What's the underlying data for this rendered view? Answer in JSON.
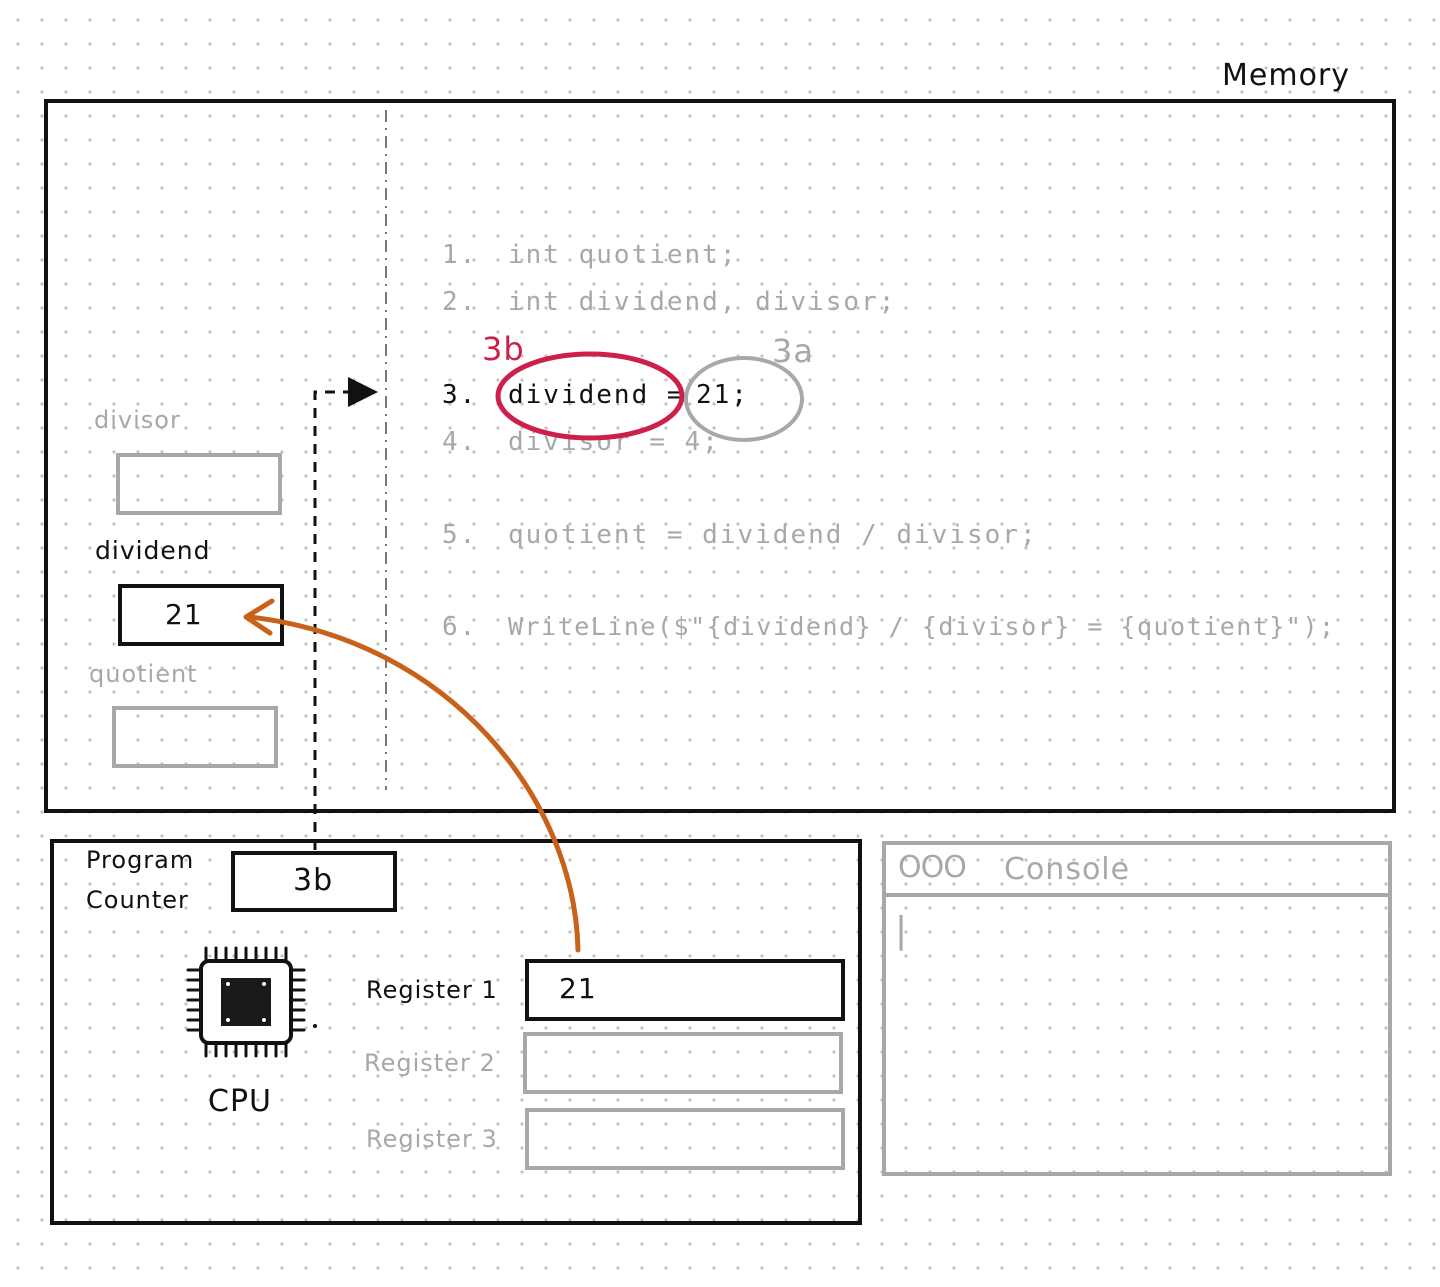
{
  "memory": {
    "title": "Memory",
    "variables": [
      {
        "name": "divisor",
        "value": "",
        "active": false
      },
      {
        "name": "dividend",
        "value": "21",
        "active": true
      },
      {
        "name": "quotient",
        "value": "",
        "active": false
      }
    ],
    "code_lines": [
      {
        "num": "1.",
        "text": "int quotient;"
      },
      {
        "num": "2.",
        "text": "int dividend, divisor;"
      },
      {
        "num": "3.",
        "text_a": "dividend =",
        "text_b": "21;"
      },
      {
        "num": "4.",
        "text": "divisor = 4;"
      },
      {
        "num": "5.",
        "text": "quotient = dividend / divisor;"
      },
      {
        "num": "6.",
        "text": "WriteLine($\"{dividend} / {divisor} = {quotient}\");"
      }
    ],
    "annotation_3b": "3b",
    "annotation_3a": "3a"
  },
  "cpu": {
    "program_counter_label_1": "Program",
    "program_counter_label_2": "Counter",
    "program_counter_value": "3b",
    "chip_label": "CPU",
    "registers": [
      {
        "label": "Register 1",
        "value": "21",
        "active": true
      },
      {
        "label": "Register 2",
        "value": "",
        "active": false
      },
      {
        "label": "Register 3",
        "value": "",
        "active": false
      }
    ]
  },
  "console": {
    "title": "Console",
    "dots_label": "OOO",
    "cursor": "|"
  },
  "colors": {
    "ink": "#111111",
    "muted": "#a8a8a8",
    "highlight_red": "#cc1f4a",
    "arrow_orange": "#c8621a"
  },
  "icons": [
    "cpu-chip-icon"
  ]
}
